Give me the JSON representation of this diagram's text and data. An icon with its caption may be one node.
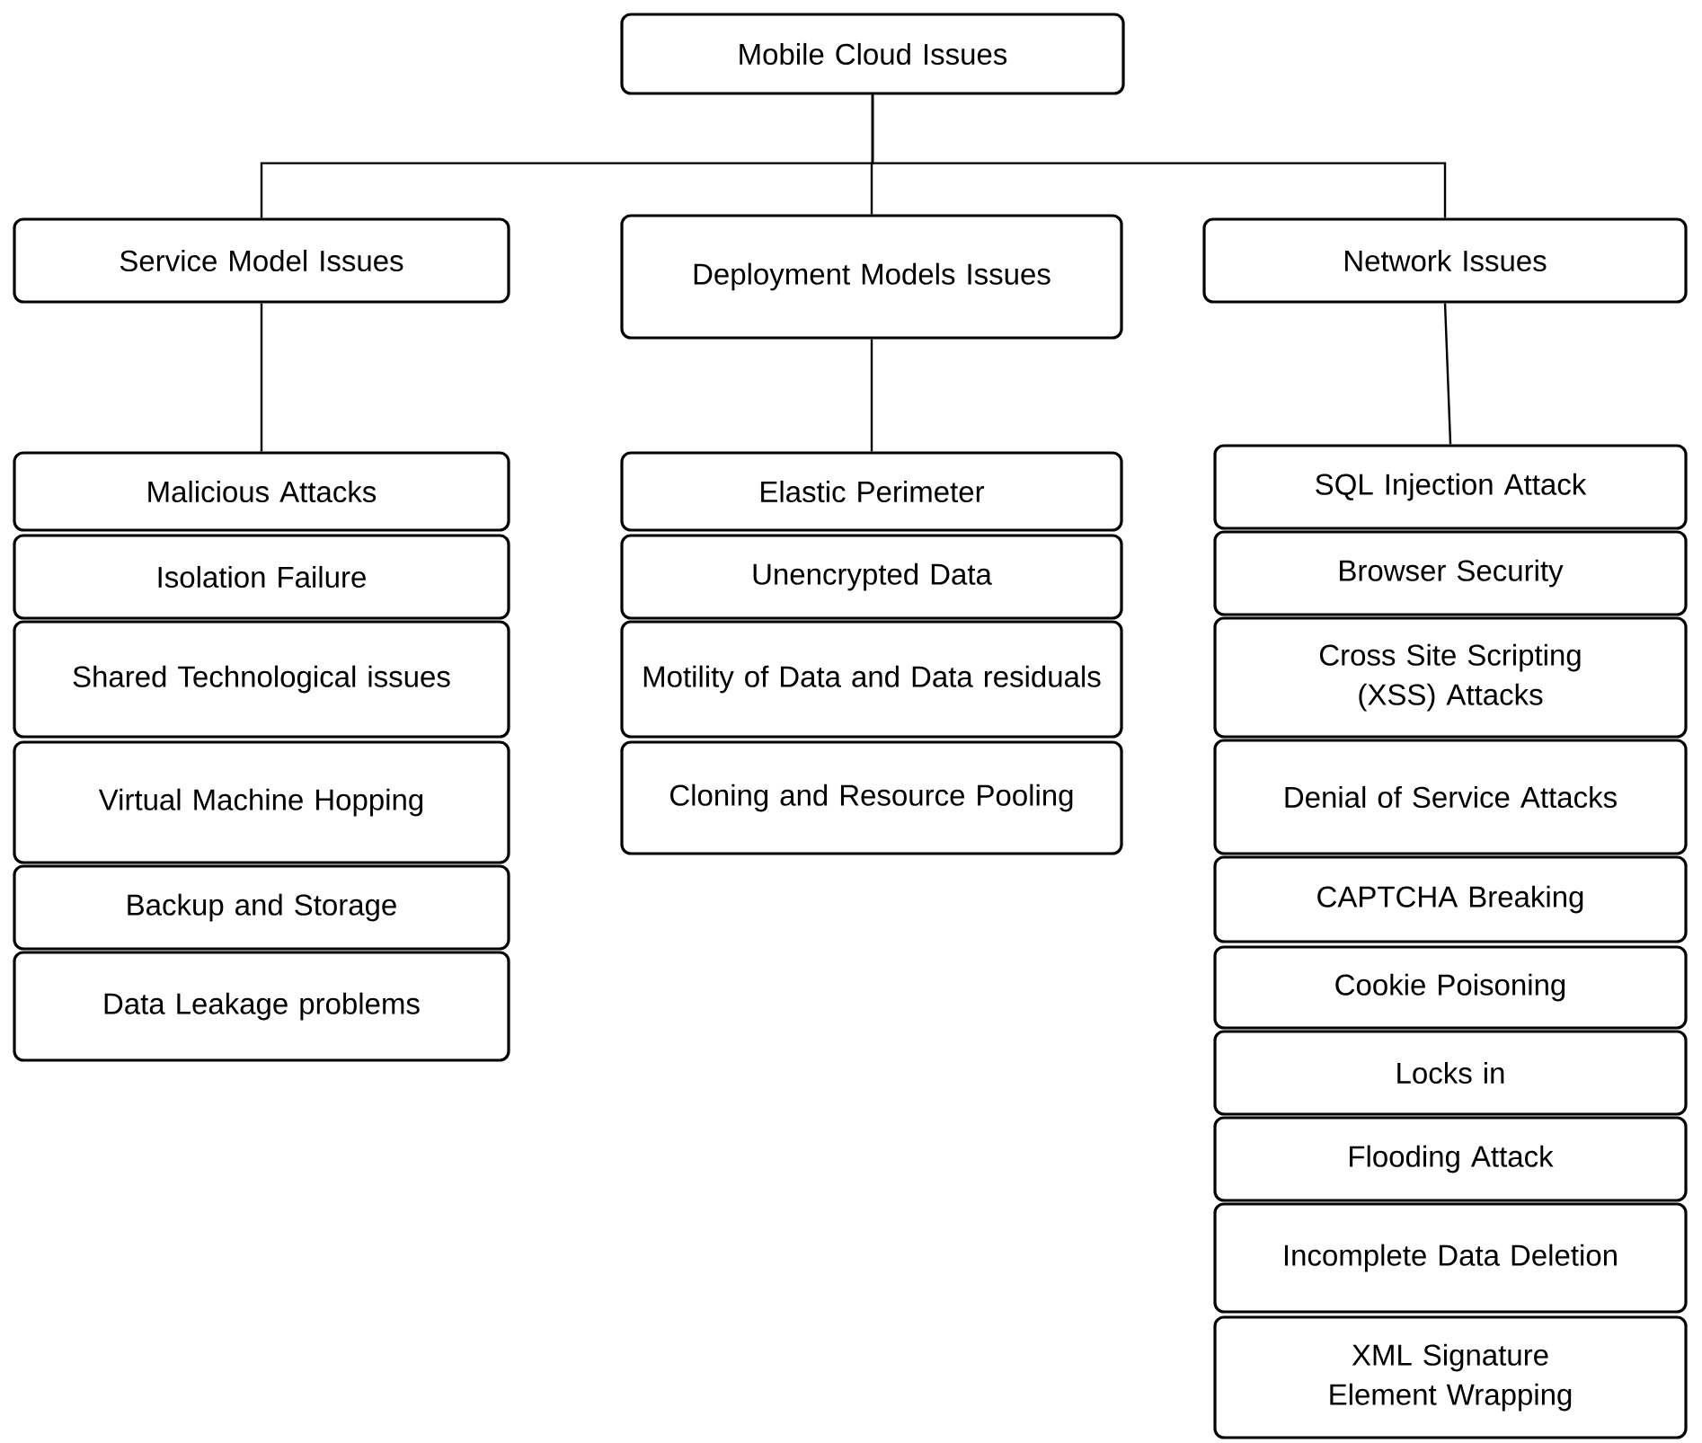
{
  "diagram": {
    "nodes": [
      {
        "text": [
          "Mobile Cloud Issues"
        ]
      },
      {
        "text": [
          "Service Model Issues"
        ]
      },
      {
        "text": [
          "Deployment Models Issues"
        ]
      },
      {
        "text": [
          "Network Issues"
        ]
      },
      {
        "text": [
          "Malicious Attacks"
        ]
      },
      {
        "text": [
          "Isolation Failure"
        ]
      },
      {
        "text": [
          "Shared Technological issues"
        ]
      },
      {
        "text": [
          "Virtual Machine Hopping"
        ]
      },
      {
        "text": [
          "Backup and Storage"
        ]
      },
      {
        "text": [
          "Data Leakage problems"
        ]
      },
      {
        "text": [
          "Elastic Perimeter"
        ]
      },
      {
        "text": [
          "Unencrypted Data"
        ]
      },
      {
        "text": [
          "Motility of Data and Data residuals"
        ]
      },
      {
        "text": [
          "Cloning and Resource Pooling"
        ]
      },
      {
        "text": [
          "SQL Injection Attack"
        ]
      },
      {
        "text": [
          "Browser Security"
        ]
      },
      {
        "text": [
          "Cross Site Scripting (XSS) Attacks"
        ]
      },
      {
        "text": [
          "Denial of Service Attacks"
        ]
      },
      {
        "text": [
          "CAPTCHA Breaking"
        ]
      },
      {
        "text": [
          "Cookie Poisoning"
        ]
      },
      {
        "text": [
          "Locks in"
        ]
      },
      {
        "text": [
          "Flooding Attack"
        ]
      },
      {
        "text": [
          "Incomplete Data Deletion"
        ]
      },
      {
        "text": [
          "XML Signature Element Wrapping"
        ]
      }
    ],
    "edges": [
      {
        "from": 0,
        "to": 1,
        "arrow": "none"
      },
      {
        "from": 0,
        "to": 2,
        "arrow": "none"
      },
      {
        "from": 0,
        "to": 3,
        "arrow": "none"
      },
      {
        "from": 1,
        "to": 4,
        "arrow": "none"
      },
      {
        "from": 2,
        "to": 10,
        "arrow": "none"
      },
      {
        "from": 3,
        "to": 14,
        "arrow": "none"
      }
    ]
  }
}
